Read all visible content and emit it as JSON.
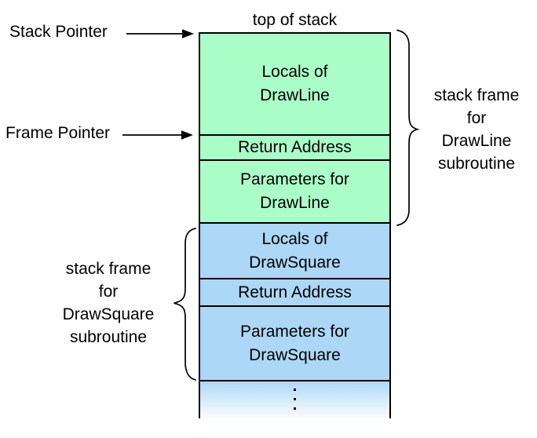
{
  "colors": {
    "frame_green": "#aaffc8",
    "frame_blue": "#acd7f6",
    "line_black": "#000000",
    "background": "#ffffff"
  },
  "labels": {
    "top_of_stack": "top of stack",
    "stack_pointer": "Stack Pointer",
    "frame_pointer": "Frame Pointer",
    "drawline_frame": "stack frame\nfor\nDrawLine\nsubroutine",
    "drawsquare_frame": "stack frame\nfor\nDrawSquare\nsubroutine"
  },
  "stack": {
    "cells": [
      {
        "label": "Locals of\nDrawLine",
        "frame": "DrawLine"
      },
      {
        "label": "Return Address",
        "frame": "DrawLine"
      },
      {
        "label": "Parameters for\nDrawLine",
        "frame": "DrawLine"
      },
      {
        "label": "Locals of\nDrawSquare",
        "frame": "DrawSquare"
      },
      {
        "label": "Return Address",
        "frame": "DrawSquare"
      },
      {
        "label": "Parameters for\nDrawSquare",
        "frame": "DrawSquare"
      }
    ],
    "continuation": "vertical-ellipsis"
  }
}
